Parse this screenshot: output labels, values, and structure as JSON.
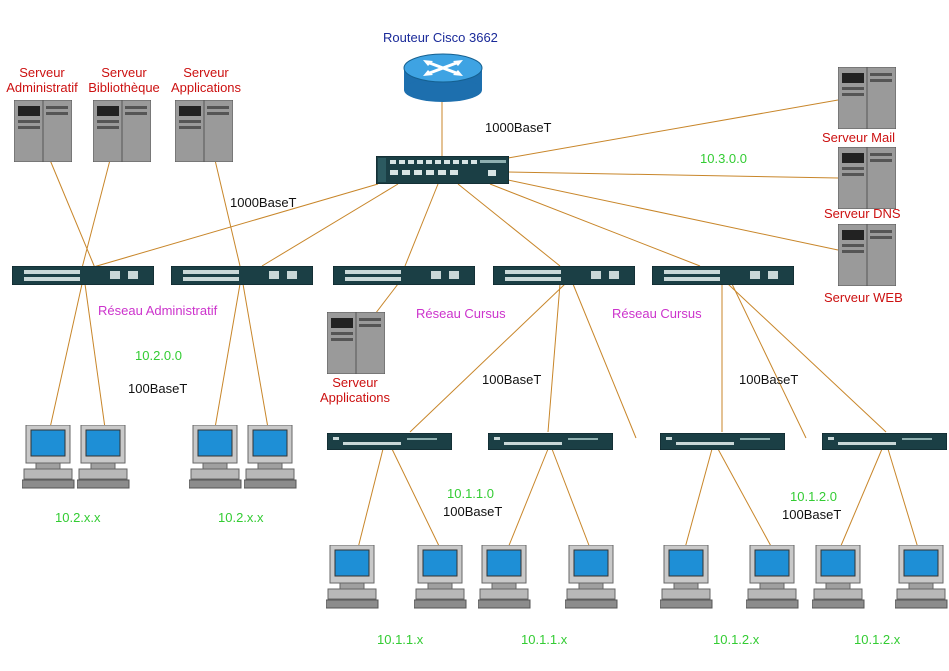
{
  "router": {
    "label": "Routeur Cisco 3662",
    "icon": "router-icon"
  },
  "core_switch": {
    "icon": "core-switch-icon"
  },
  "servers_top": [
    {
      "label": "Serveur\nAdministratif"
    },
    {
      "label": "Serveur\nBibliothèque"
    },
    {
      "label": "Serveur\nApplications"
    }
  ],
  "servers_right": [
    {
      "label": "Serveur Mail"
    },
    {
      "label": "Serveur DNS"
    },
    {
      "label": "Serveur WEB"
    }
  ],
  "server_mid": {
    "label": "Serveur\nApplications"
  },
  "link_labels": {
    "router_core": "1000BaseT",
    "core_distribution": "1000BaseT",
    "admin_100": "100BaseT",
    "cursus1_100": "100BaseT",
    "cursus2_100": "100BaseT",
    "subnet1_100": "100BaseT",
    "subnet2_100": "100BaseT"
  },
  "networks": {
    "servers": "10.3.0.0",
    "admin": "10.2.0.0",
    "subnet1": "10.1.1.0",
    "subnet2": "10.1.2.0"
  },
  "network_names": {
    "admin": "Réseau Administratif",
    "cursus1": "Réseau Cursus",
    "cursus2": "Réseau Cursus"
  },
  "pc_groups": {
    "admin_a": "10.2.x.x",
    "admin_b": "10.2.x.x",
    "s1_a": "10.1.1.x",
    "s1_b": "10.1.1.x",
    "s2_a": "10.1.2.x",
    "s2_b": "10.1.2.x"
  },
  "colors": {
    "link": "#c8862a",
    "server_label": "#cc1111",
    "router_label": "#1a2a99",
    "network_address": "#33cc33",
    "network_name": "#cc33cc",
    "switch_body": "#1b3f45",
    "router_body": "#2a8fd0"
  }
}
